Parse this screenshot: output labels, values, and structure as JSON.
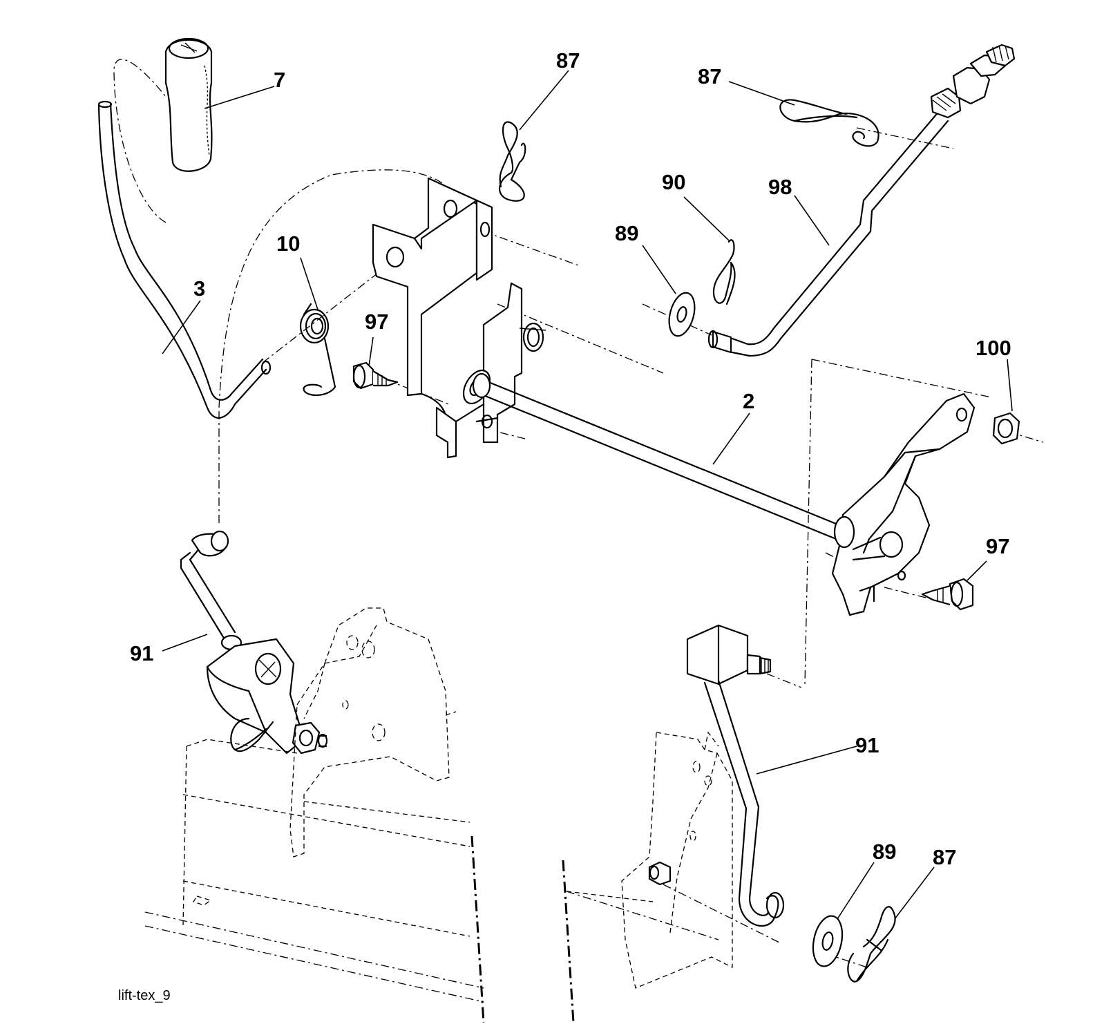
{
  "diagram": {
    "figure_id": "lift-tex_9",
    "callouts": [
      {
        "label": "7"
      },
      {
        "label": "87"
      },
      {
        "label": "87"
      },
      {
        "label": "90"
      },
      {
        "label": "98"
      },
      {
        "label": "89"
      },
      {
        "label": "10"
      },
      {
        "label": "3"
      },
      {
        "label": "97"
      },
      {
        "label": "2"
      },
      {
        "label": "100"
      },
      {
        "label": "97"
      },
      {
        "label": "91"
      },
      {
        "label": "91"
      },
      {
        "label": "89"
      },
      {
        "label": "87"
      }
    ]
  }
}
